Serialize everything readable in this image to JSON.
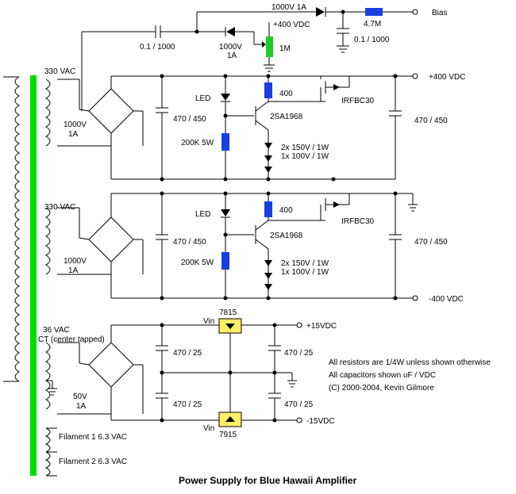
{
  "title": "Power Supply for Blue Hawaii Amplifier",
  "colors": {
    "core": "#00dd00",
    "resistor": "#1a3fe0",
    "bias_resistor": "#1a3fe0",
    "trimmer": "#22cc22",
    "regulator": "#ffee66"
  },
  "top": {
    "diode_label": "1000V 1A",
    "bias_label": "Bias",
    "res_4m7": "4.7M",
    "cap_bias": "0.1 / 1000",
    "cap_left": "0.1 / 1000",
    "v400": "+400 VDC",
    "diode2_label1": "1000V",
    "diode2_label2": "1A",
    "pot": "1M"
  },
  "section1": {
    "vac": "330 VAC",
    "bridge1": "1000V",
    "bridge2": "1A",
    "cap": "470 / 450",
    "led": "LED",
    "res200k": "200K 5W",
    "res400": "400",
    "transistor": "2SA1968",
    "zener1": "2x 150V / 1W",
    "zener2": "1x 100V / 1W",
    "mosfet": "IRFBC30",
    "cap_out": "470 / 450",
    "out": "+400 VDC"
  },
  "section2": {
    "vac": "330 VAC",
    "bridge1": "1000V",
    "bridge2": "1A",
    "cap": "470 / 450",
    "led": "LED",
    "res200k": "200K 5W",
    "res400": "400",
    "transistor": "2SA1968",
    "zener1": "2x 150V / 1W",
    "zener2": "1x 100V / 1W",
    "mosfet": "IRFBC30",
    "cap_out": "470 / 450",
    "out": "-400 VDC"
  },
  "section3": {
    "vac": "36 VAC",
    "ct": "CT (center tapped)",
    "bridge1": "50V",
    "bridge2": "1A",
    "cap1": "470 / 25",
    "cap2": "470 / 25",
    "cap3": "470 / 25",
    "cap4": "470 / 25",
    "vin1": "Vin",
    "vin2": "Vin",
    "reg_pos": "7815",
    "reg_neg": "7915",
    "out_pos": "+15VDC",
    "out_neg": "-15VDC"
  },
  "notes": [
    "All resistors are 1/4W unless shown otherwise",
    "All capacitors shown uF / VDC",
    "(C) 2000-2004, Kevin Gilmore"
  ],
  "filaments": [
    "Filament 1  6.3 VAC",
    "Filament 2  6.3 VAC"
  ]
}
